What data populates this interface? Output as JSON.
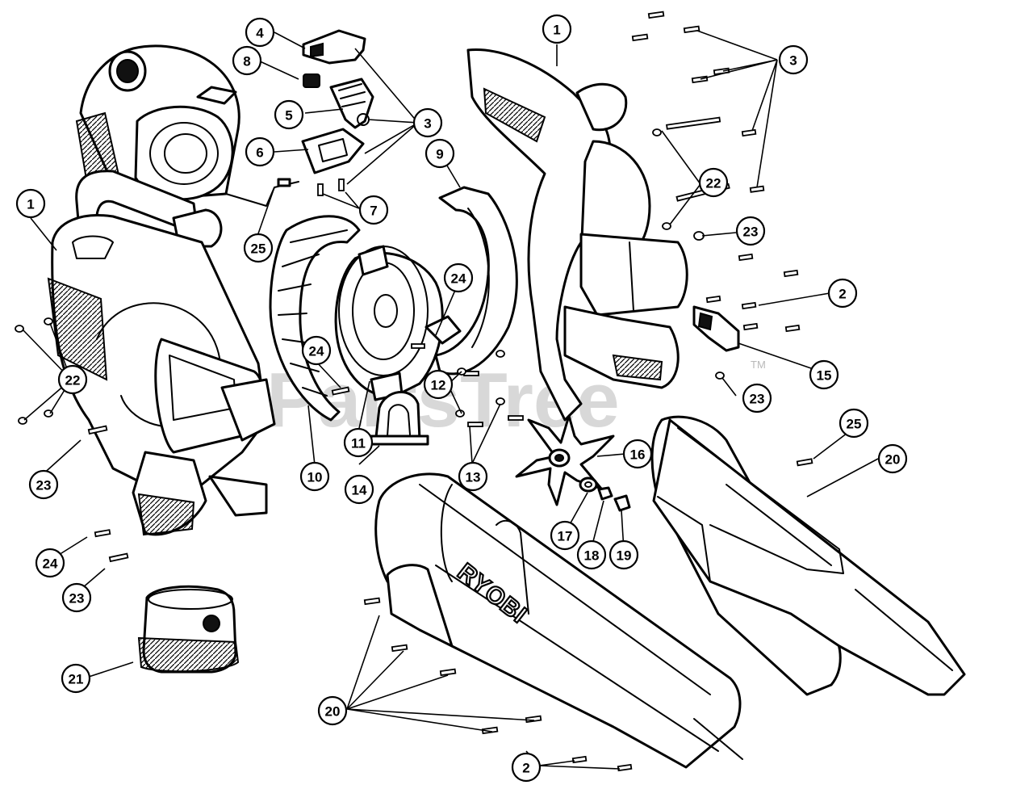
{
  "watermark": {
    "text": "PartsTree",
    "tm": "TM"
  },
  "brand_mark": "RYOBI",
  "callouts": [
    {
      "label": "1"
    },
    {
      "label": "1"
    },
    {
      "label": "2"
    },
    {
      "label": "2"
    },
    {
      "label": "3"
    },
    {
      "label": "3"
    },
    {
      "label": "4"
    },
    {
      "label": "5"
    },
    {
      "label": "6"
    },
    {
      "label": "7"
    },
    {
      "label": "8"
    },
    {
      "label": "9"
    },
    {
      "label": "10"
    },
    {
      "label": "11"
    },
    {
      "label": "12"
    },
    {
      "label": "13"
    },
    {
      "label": "14"
    },
    {
      "label": "15"
    },
    {
      "label": "16"
    },
    {
      "label": "17"
    },
    {
      "label": "18"
    },
    {
      "label": "19"
    },
    {
      "label": "20"
    },
    {
      "label": "20"
    },
    {
      "label": "21"
    },
    {
      "label": "22"
    },
    {
      "label": "22"
    },
    {
      "label": "23"
    },
    {
      "label": "23"
    },
    {
      "label": "23"
    },
    {
      "label": "23"
    },
    {
      "label": "24"
    },
    {
      "label": "24"
    },
    {
      "label": "24"
    },
    {
      "label": "25"
    },
    {
      "label": "25"
    }
  ]
}
